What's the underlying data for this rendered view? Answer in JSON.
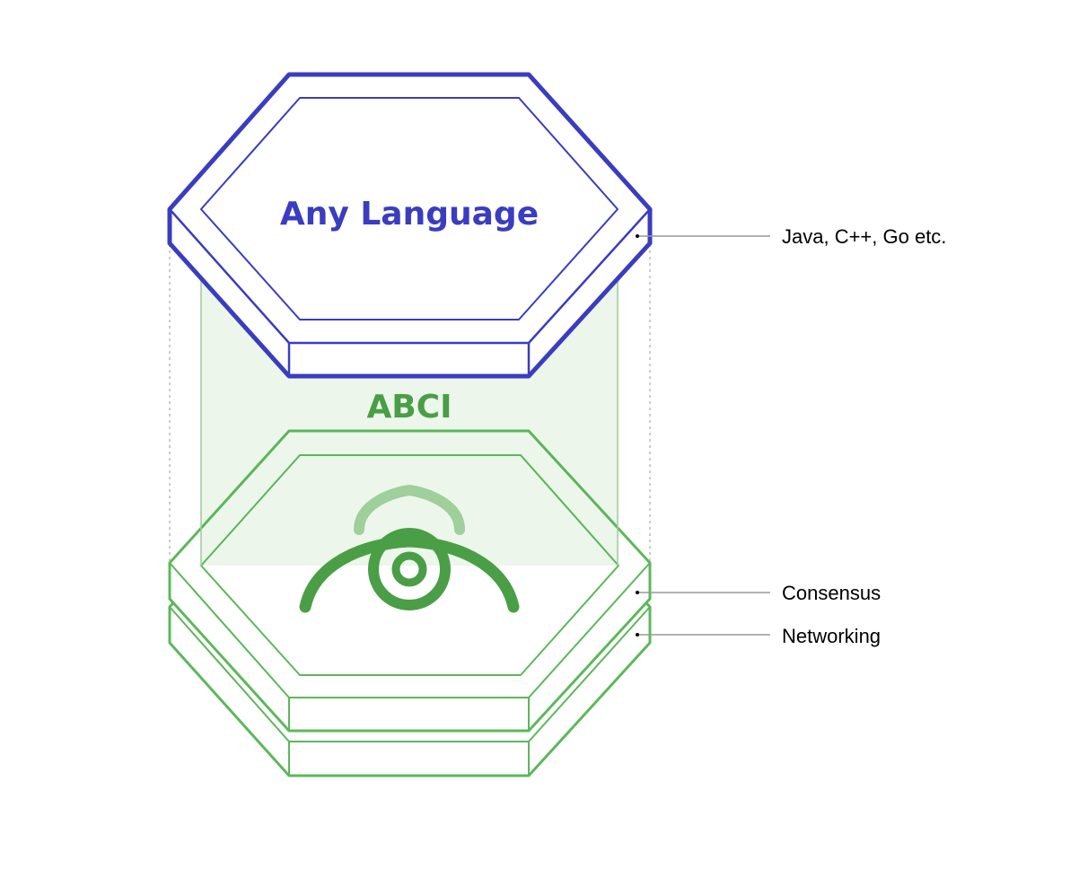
{
  "top_layer": {
    "title": "Any Language",
    "color": "#3a3dbf"
  },
  "middle": {
    "title": "ABCI",
    "color": "#4a9e46"
  },
  "bottom_color": "#5cb85a",
  "callouts": {
    "language": "Java, C++, Go etc.",
    "consensus": "Consensus",
    "networking": "Networking"
  },
  "logo_icon": "tendermint-logo-icon"
}
